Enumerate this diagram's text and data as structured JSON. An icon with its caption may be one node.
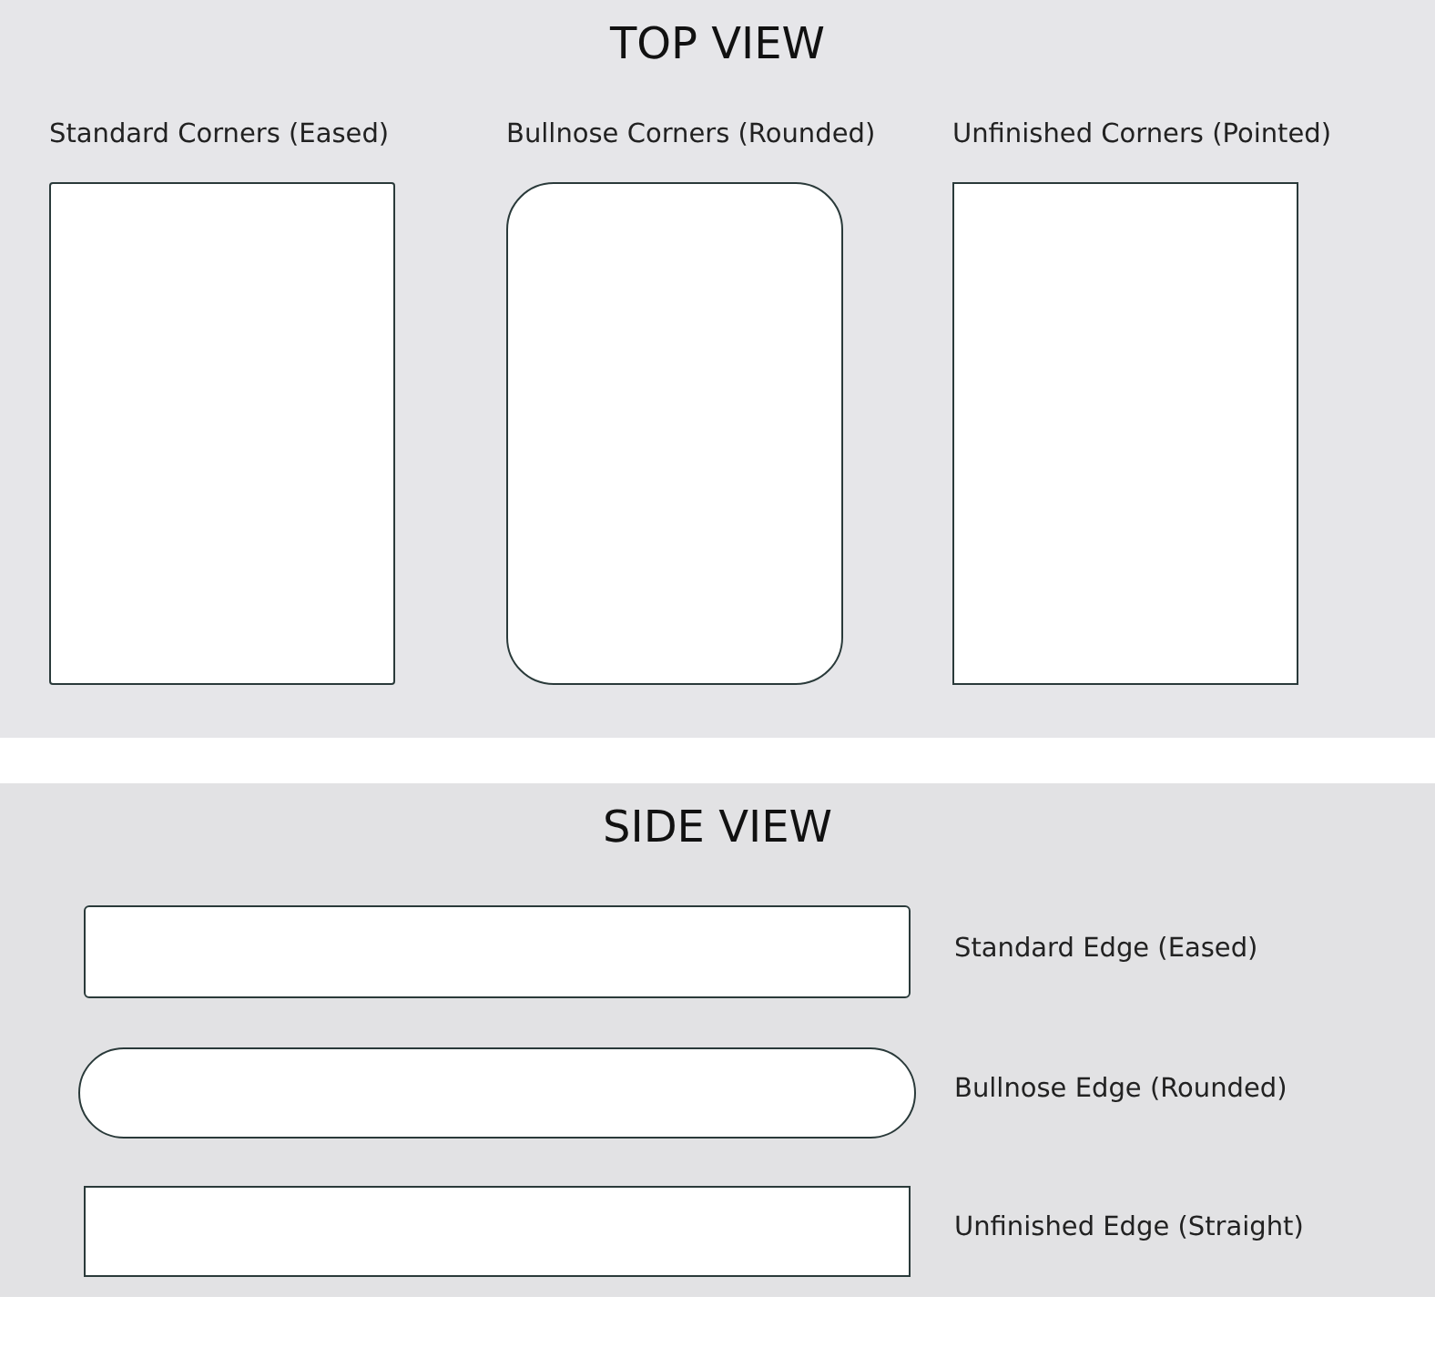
{
  "diagram": {
    "nodes": [
      {
        "text": [
          "TOP VIEW"
        ]
      },
      {
        "text": [
          "Standard Corners (Eased)"
        ],
        "in": 0
      },
      {
        "text": [
          "Bullnose Corners (Rounded)"
        ],
        "in": 0
      },
      {
        "text": [
          "Unfinished Corners (Pointed)"
        ],
        "in": 0
      },
      {
        "text": [
          "SIDE VIEW"
        ]
      },
      {
        "text": [
          "Standard Edge (Eased)"
        ],
        "in": 4
      },
      {
        "text": [
          "Bullnose Edge (Rounded)"
        ],
        "in": 4
      },
      {
        "text": [
          "Unfinished Edge (Straight)"
        ],
        "in": 4
      }
    ],
    "edges": []
  }
}
